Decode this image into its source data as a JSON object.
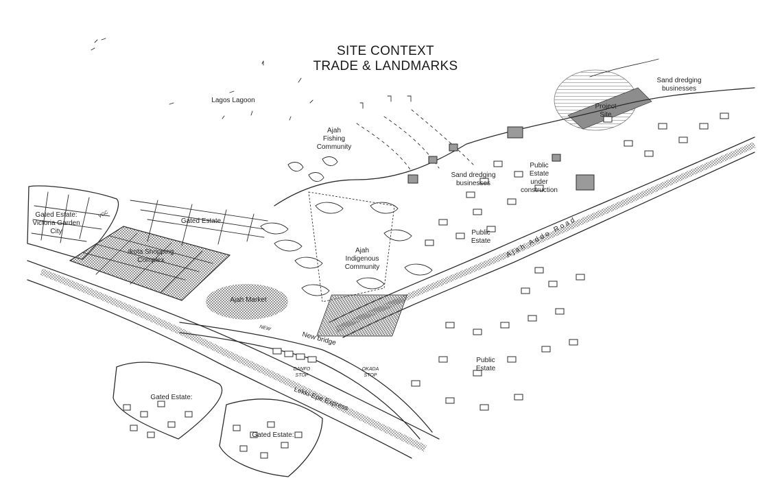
{
  "title": {
    "line1": "SITE CONTEXT",
    "line2": "TRADE & LANDMARKS"
  },
  "labels": {
    "lagoon": "Lagos Lagoon",
    "fishing": [
      "Ajah",
      "Fishing",
      "Community"
    ],
    "sand_dredging_mid": [
      "Sand dredging",
      "businesses"
    ],
    "sand_dredging_right": [
      "Sand dredging",
      "businesses"
    ],
    "project_site": [
      "Project",
      "Site"
    ],
    "public_estate_construction": [
      "Public",
      "Estate",
      "under",
      "construction"
    ],
    "gated_vgc": [
      "Gated Estate:",
      "Victoria Garden",
      "City"
    ],
    "vgc_tag": "VGC",
    "gated_estate_top": "Gated Estate",
    "ikota": [
      "Ikota Shopping",
      "Complex"
    ],
    "public_estate_mid": [
      "Public",
      "Estate"
    ],
    "indigenous": [
      "Ajah",
      "Indigenous",
      "Community"
    ],
    "ajah_market": "Ajah Market",
    "ajah_addo_road": "Ajah Addo Road",
    "new_bridge": "New bridge",
    "new_tag": "NEW",
    "public_estate_low": [
      "Public",
      "Estate"
    ],
    "danfo_stop": [
      "DANFO",
      "STOP"
    ],
    "okada": [
      "OKADA",
      "STOP"
    ],
    "lekki_epe": "Lekki-Epe Express",
    "gated_estate_left": "Gated Estate:",
    "gated_estate_bottom": "Gated Estate:"
  }
}
